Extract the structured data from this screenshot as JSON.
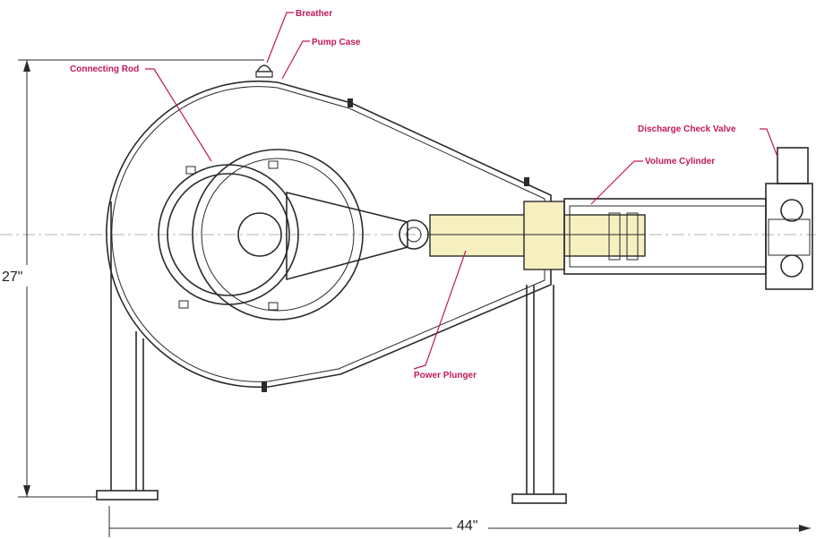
{
  "labels": {
    "breather": "Breather",
    "pump_case": "Pump Case",
    "connecting_rod": "Connecting Rod",
    "discharge_check_valve": "Discharge Check Valve",
    "volume_cylinder": "Volume Cylinder",
    "power_plunger": "Power Plunger"
  },
  "dimensions": {
    "height": "27\"",
    "width": "44\""
  },
  "colors": {
    "label_color": "#c2185b",
    "plunger_fill": "#f6efc0",
    "line_color": "#2a2a2a"
  }
}
